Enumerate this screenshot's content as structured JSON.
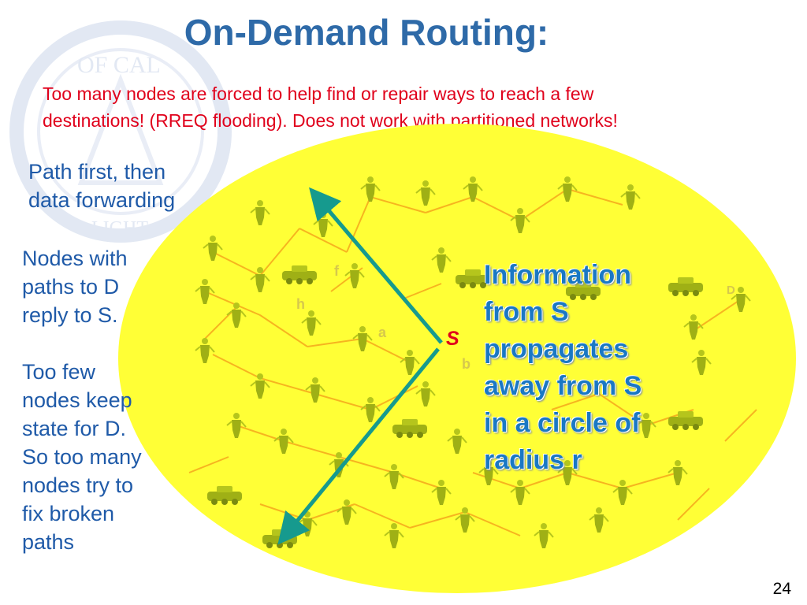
{
  "slide": {
    "title": "On-Demand Routing:",
    "subtitle_line1": "Too many nodes are forced to help find or repair ways to reach a few",
    "subtitle_line2": "destinations!  (RREQ  flooding). Does not work with partitioned networks!",
    "side_text_1": [
      "Path first, then",
      "data forwarding"
    ],
    "side_text_2": [
      "Nodes with",
      "paths to D",
      "reply to S."
    ],
    "side_text_3": [
      "Too few",
      "nodes keep",
      "state for D.",
      "So too many",
      "nodes try to",
      "fix broken",
      "paths"
    ],
    "info_text": [
      "Information",
      "from S",
      "propagates",
      "away from S",
      "in a circle of",
      "radius r"
    ],
    "node_labels": {
      "s": "S",
      "a": "a",
      "b": "b",
      "f": "f",
      "h": "h",
      "d": "D"
    },
    "seal_text": {
      "top": "OF CAL",
      "bottom": "LIGHT"
    },
    "page_number": "24"
  },
  "colors": {
    "title": "#2e6aa8",
    "subtitle": "#e0001b",
    "side_text": "#1f5aa8",
    "info_text": "#1a78c4",
    "ellipse_fill": "#ffff36",
    "arrow": "#169a8e",
    "node": "#b5c51c",
    "link": "#f5a81c"
  }
}
